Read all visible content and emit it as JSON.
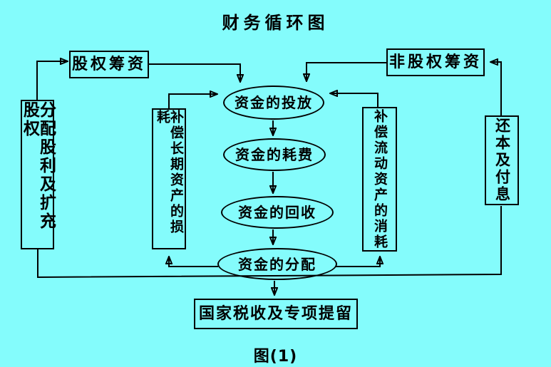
{
  "title": "财务循环图",
  "caption": "图(1)",
  "boxes": {
    "equity_financing": "股权筹资",
    "non_equity_financing": "非股权筹资",
    "dividends_expand_equity": "分配股利及扩充股权",
    "compensate_long_term_assets": "补偿长期资产的损耗",
    "compensate_current_assets": "补偿流动资产的消耗",
    "repay_principal_interest": "还本及付息",
    "state_tax_reserve": "国家税收及专项提留"
  },
  "ellipses": {
    "fund_investment": "资金的投放",
    "fund_consumption": "资金的耗费",
    "fund_recovery": "资金的回收",
    "fund_distribution": "资金的分配"
  },
  "colors": {
    "background": "#84FCFC",
    "line": "#000000"
  }
}
